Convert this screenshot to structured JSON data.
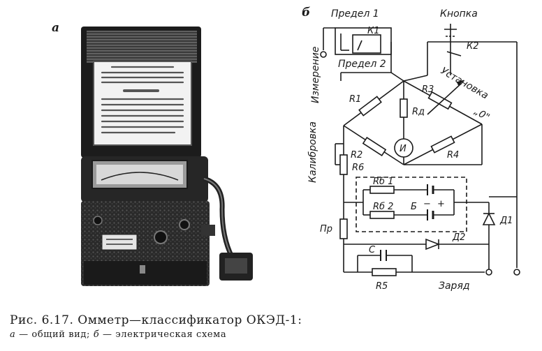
{
  "panel_a": {
    "letter": "а"
  },
  "panel_b": {
    "letter": "б",
    "labels": {
      "limit1": "Предел 1",
      "limit2": "Предел 2",
      "button": "Кнопка",
      "k1": "К1",
      "k2": "К2",
      "measure": "Измерение",
      "zero_set": "Установка",
      "zero": "„0\"",
      "r1": "R1",
      "rd": "Rд",
      "r3": "R3",
      "r2": "R2",
      "r4": "R4",
      "r6": "R6",
      "meter": "И",
      "calibration": "Калибровка",
      "rb1": "Rб 1",
      "rb2": "Rб 2",
      "battery": "Б",
      "minus": "−",
      "plus": "+",
      "fuse": "Пр",
      "d1": "Д1",
      "d2": "Д2",
      "cap": "С",
      "r5": "R5",
      "charge": "Заряд"
    }
  },
  "caption": {
    "line1": "Рис. 6.17. Омметр—классификатор ОКЭД-1:",
    "a_letter": "а",
    "a_text": " — общий вид; ",
    "b_letter": "б",
    "b_text": " — электрическая схема"
  }
}
